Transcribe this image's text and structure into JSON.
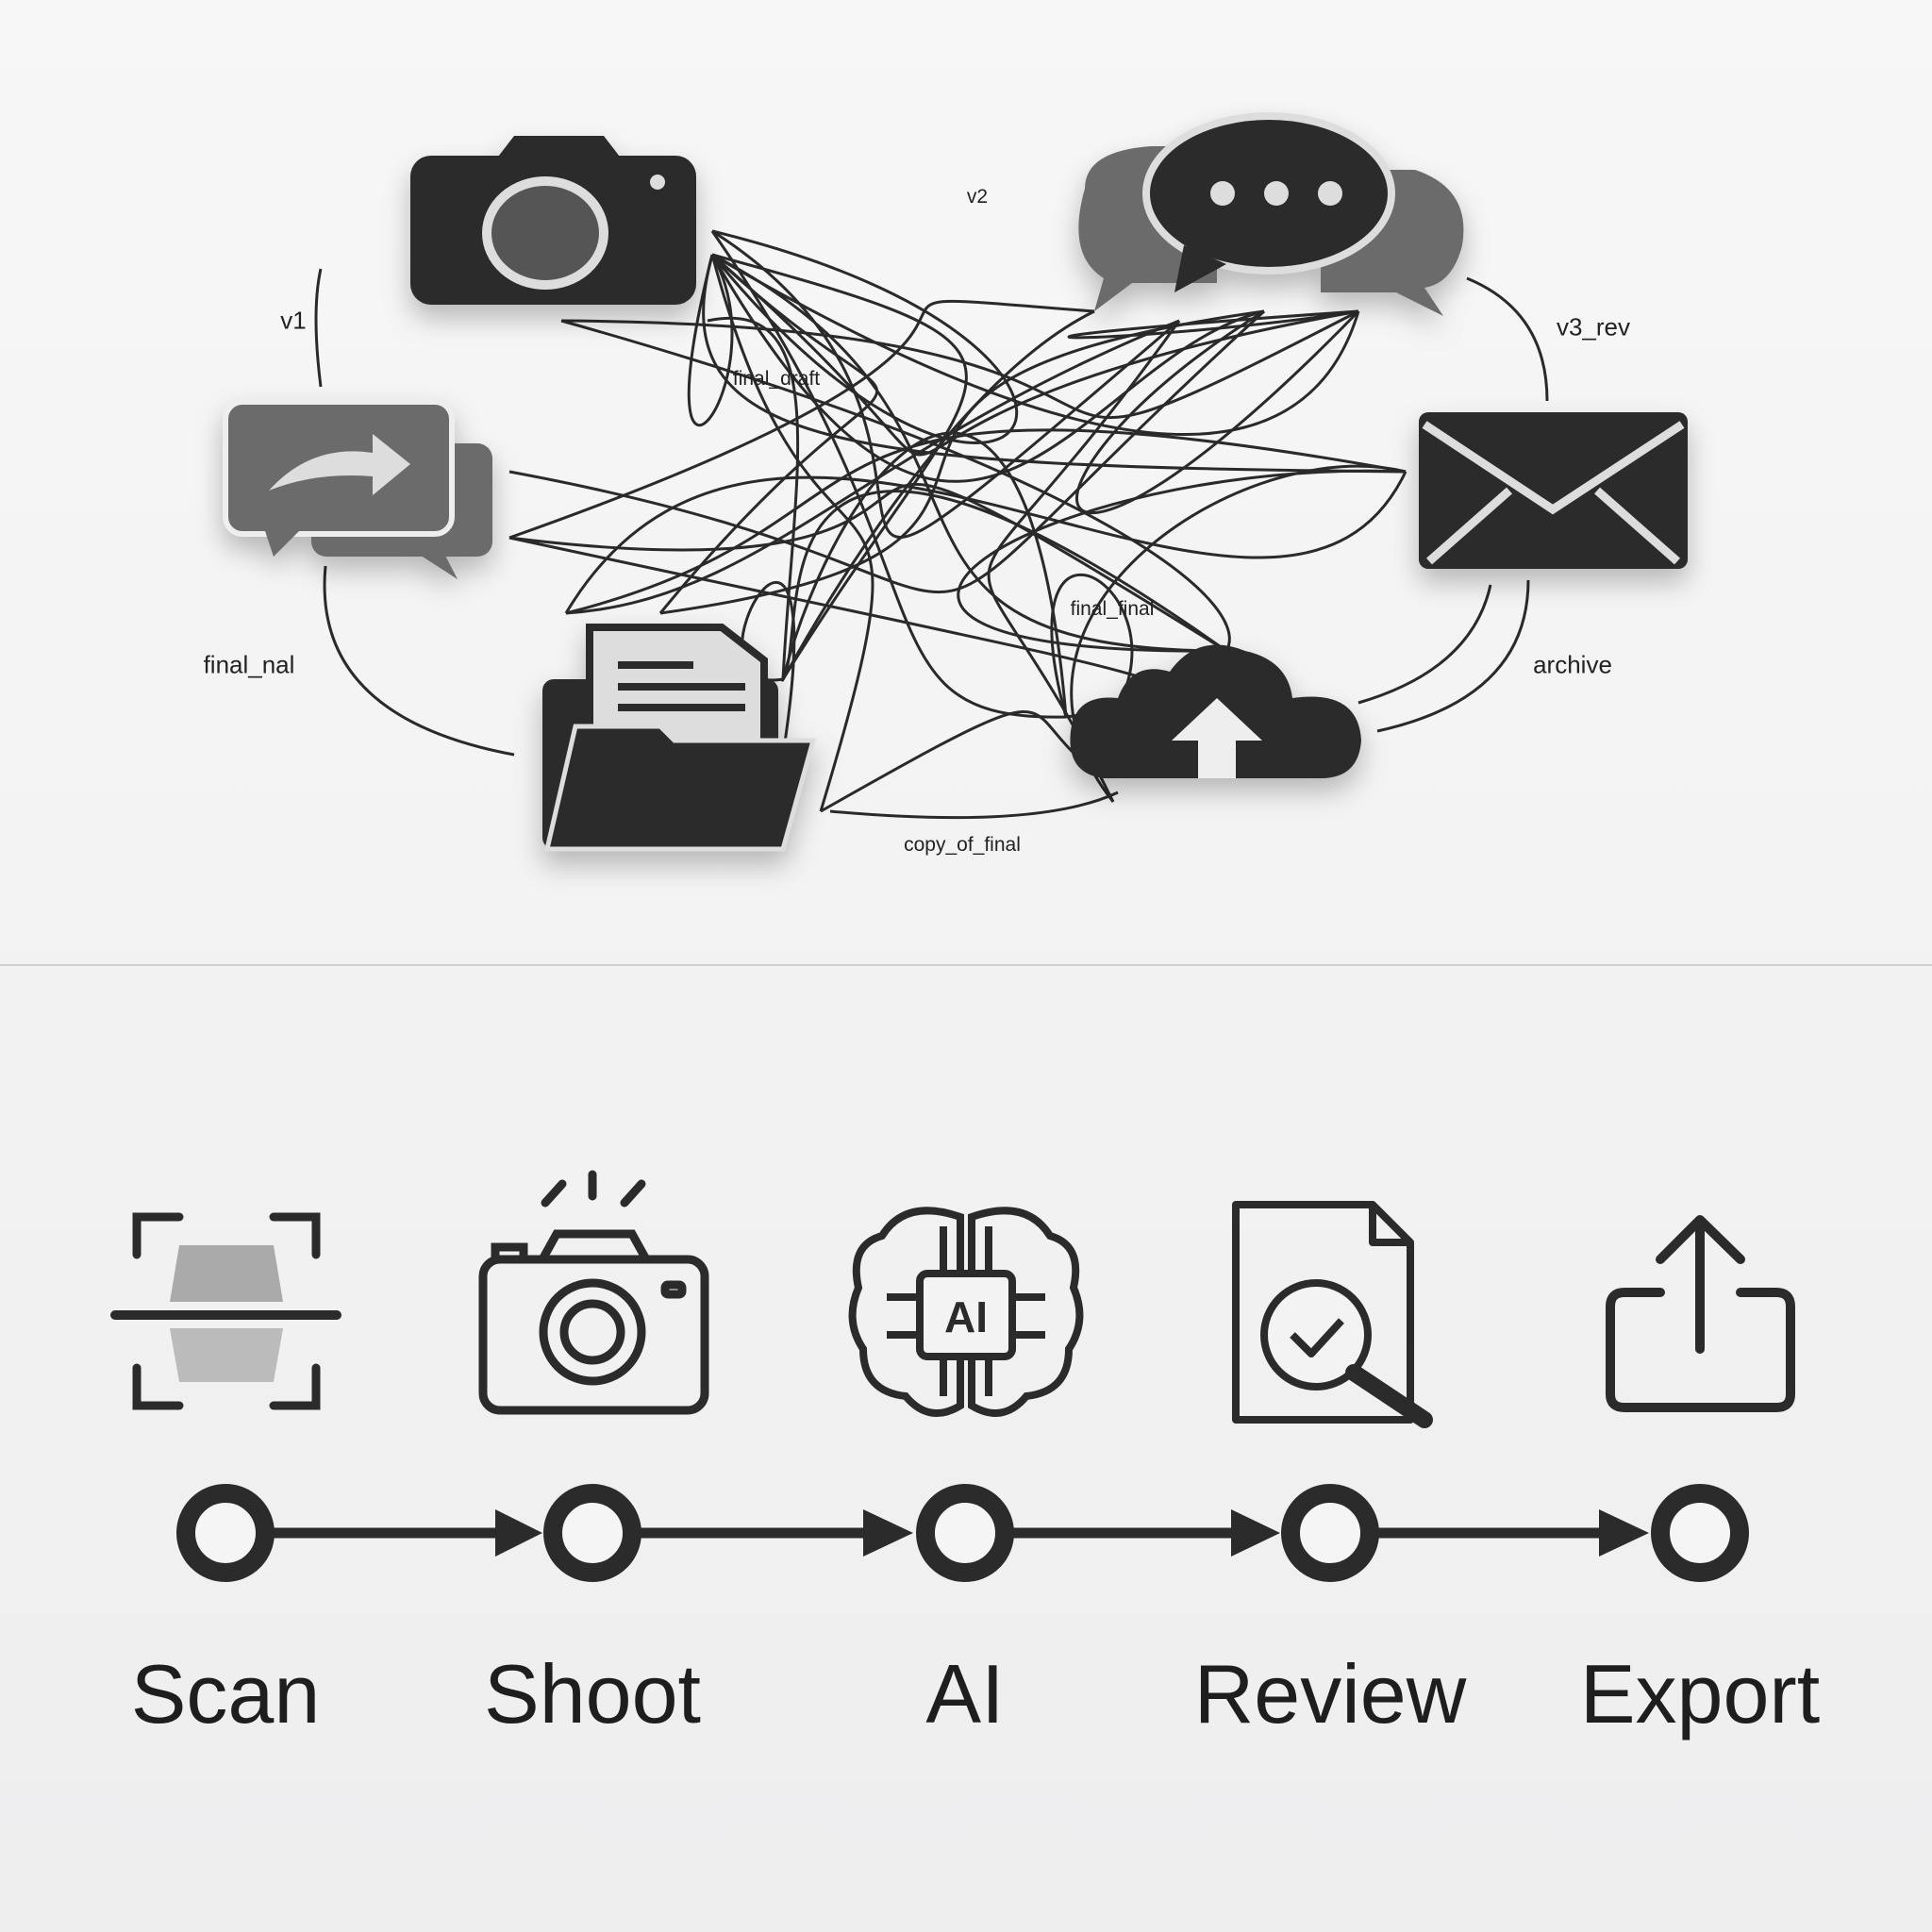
{
  "chaos": {
    "icons": [
      "camera-icon",
      "chat-bubbles-icon",
      "share-message-icon",
      "envelope-icon",
      "folder-document-icon",
      "cloud-upload-icon"
    ],
    "labels": {
      "v1": "v1",
      "v2": "v2",
      "final_draft": "final_draft",
      "v3_rev": "v3_rev",
      "final_nal": "final_nal",
      "final_final": "final_final",
      "archive": "archive",
      "copy_of_final": "copy_of_final"
    }
  },
  "workflow": {
    "steps": [
      {
        "label": "Scan",
        "icon": "scan-icon"
      },
      {
        "label": "Shoot",
        "icon": "camera-outline-icon"
      },
      {
        "label": "AI",
        "icon": "ai-brain-icon",
        "icon_text": "AI"
      },
      {
        "label": "Review",
        "icon": "document-review-icon"
      },
      {
        "label": "Export",
        "icon": "export-share-icon"
      }
    ]
  },
  "colors": {
    "icon_dark": "#2b2b2b",
    "icon_gray": "#6b6b6b",
    "line": "#2a2a2a"
  }
}
